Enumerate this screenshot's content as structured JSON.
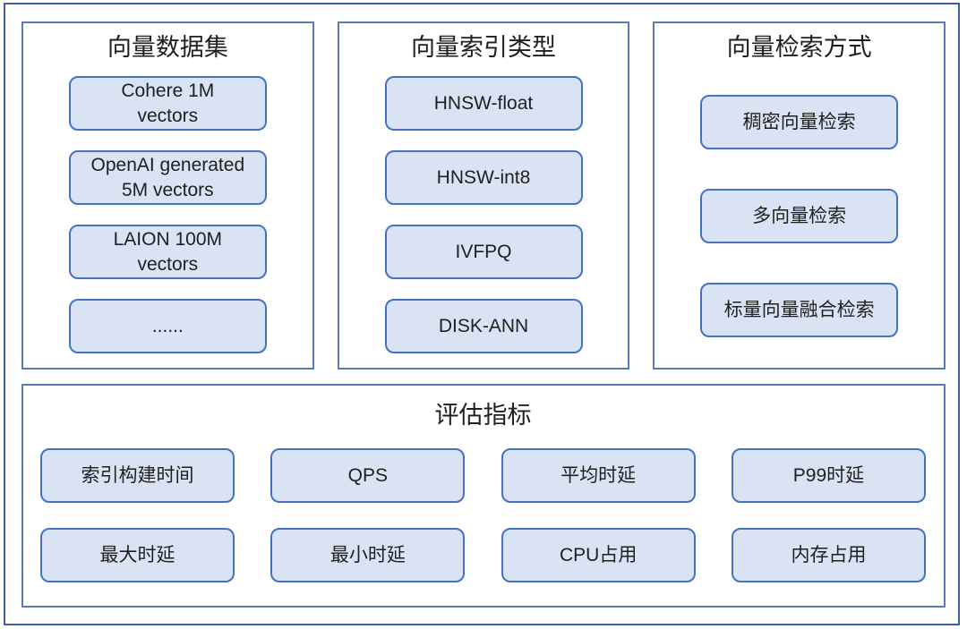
{
  "colors": {
    "frame_border": "#3d5f9e",
    "panel_border": "#5b7cb8",
    "box_border": "#4472c4",
    "box_fill": "#dae3f3",
    "text": "#1f1f1f"
  },
  "panels": [
    {
      "title": "向量数据集",
      "items": [
        "Cohere 1M\nvectors",
        "OpenAI generated\n5M vectors",
        "LAION 100M\nvectors",
        "......"
      ]
    },
    {
      "title": "向量索引类型",
      "items": [
        "HNSW-float",
        "HNSW-int8",
        "IVFPQ",
        "DISK-ANN"
      ]
    },
    {
      "title": "向量检索方式",
      "items": [
        "稠密向量检索",
        "多向量检索",
        "标量向量融合检索"
      ]
    }
  ],
  "metrics": {
    "title": "评估指标",
    "items": [
      "索引构建时间",
      "QPS",
      "平均时延",
      "P99时延",
      "最大时延",
      "最小时延",
      "CPU占用",
      "内存占用"
    ]
  }
}
